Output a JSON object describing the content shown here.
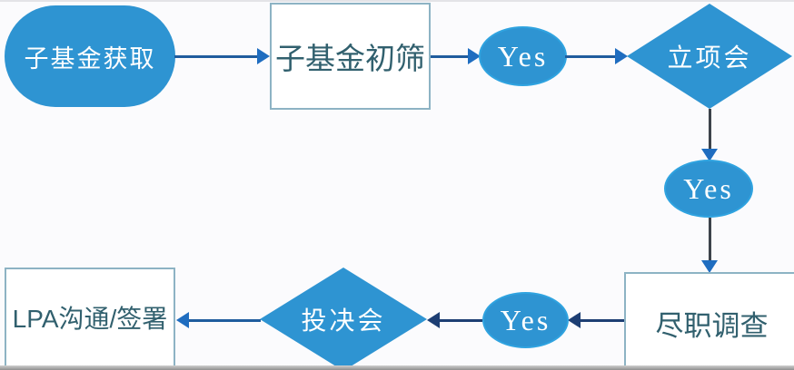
{
  "nodes": [
    {
      "id": "start",
      "type": "start-stadium",
      "label": "子基金获取"
    },
    {
      "id": "screening",
      "type": "process-rectangle",
      "label": "子基金初筛"
    },
    {
      "id": "yes1",
      "type": "result-ellipse",
      "label": "Yes"
    },
    {
      "id": "approval",
      "type": "decision-diamond",
      "label": "立项会"
    },
    {
      "id": "yes2",
      "type": "result-ellipse",
      "label": "Yes"
    },
    {
      "id": "duediligence",
      "type": "process-rectangle",
      "label": "尽职调查"
    },
    {
      "id": "yes3",
      "type": "result-ellipse",
      "label": "Yes"
    },
    {
      "id": "decision",
      "type": "decision-diamond",
      "label": "投决会"
    },
    {
      "id": "lpa",
      "type": "process-rectangle",
      "label": "LPA沟通/签署"
    }
  ],
  "edges": [
    {
      "from": "子基金获取",
      "to": "子基金初筛",
      "direction": "right"
    },
    {
      "from": "子基金初筛",
      "to": "Yes",
      "direction": "right"
    },
    {
      "from": "Yes",
      "to": "立项会",
      "direction": "right"
    },
    {
      "from": "立项会",
      "to": "Yes",
      "direction": "down"
    },
    {
      "from": "Yes",
      "to": "尽职调查",
      "direction": "down"
    },
    {
      "from": "尽职调查",
      "to": "Yes",
      "direction": "left"
    },
    {
      "from": "Yes",
      "to": "投决会",
      "direction": "left"
    },
    {
      "from": "投决会",
      "to": "LPA沟通/签署",
      "direction": "left"
    }
  ],
  "colors": {
    "shape_blue": "#2E94D2",
    "ellipse_rim": "#2FA3E0",
    "box_border": "#8DB3C4",
    "box_text": "#31606E",
    "arrow_blue_line": "#1F5C9E",
    "arrow_blue_head": "#1F6DC0",
    "arrow_dark_line": "#3D434B",
    "arrow_navy_line": "#1D3E73",
    "bg": "#FBFBFD"
  }
}
